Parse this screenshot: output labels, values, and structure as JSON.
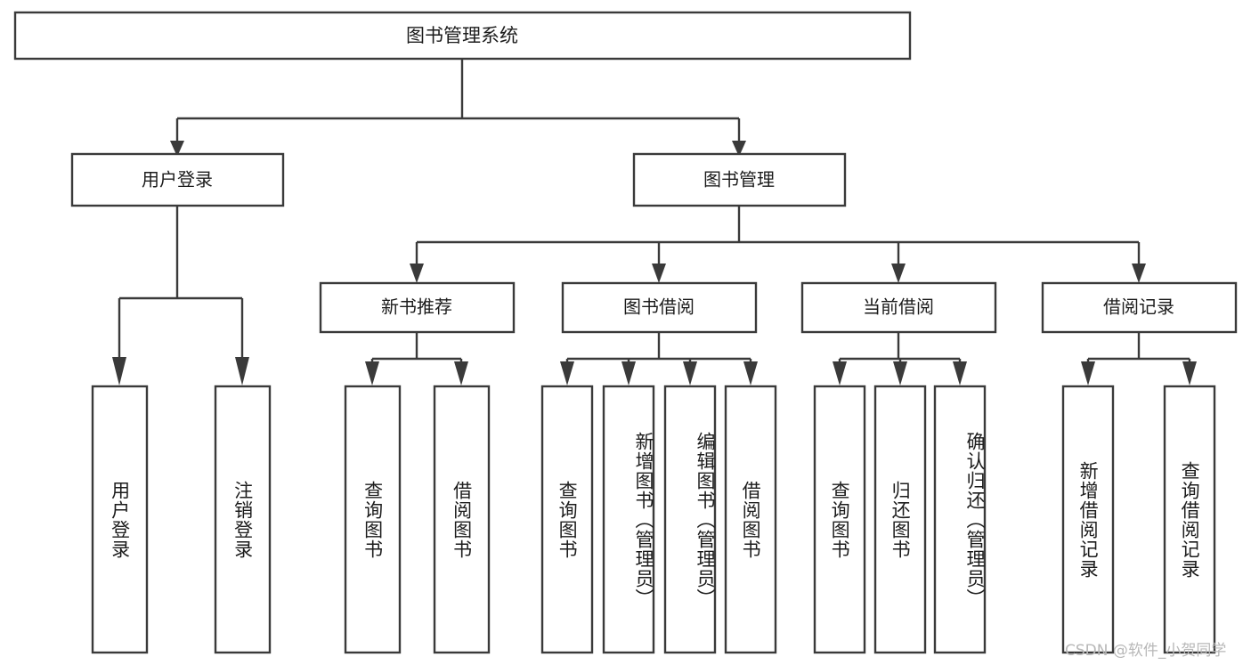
{
  "diagram": {
    "title": "图书管理系统",
    "watermark": "CSDN @软件_小贺同学",
    "colors": {
      "stroke": "#3a3a3a",
      "box_fill": "#ffffff",
      "text": "#1c1c1c",
      "background": "#ffffff",
      "watermark": "#b8b8b8"
    },
    "root": {
      "label": "图书管理系统"
    },
    "level1": [
      {
        "label": "用户登录"
      },
      {
        "label": "图书管理"
      }
    ],
    "level2": [
      {
        "label": "新书推荐"
      },
      {
        "label": "图书借阅"
      },
      {
        "label": "当前借阅"
      },
      {
        "label": "借阅记录"
      }
    ],
    "leaves": {
      "user_login": [
        {
          "label": "用户登录"
        },
        {
          "label": "注销登录"
        }
      ],
      "new_book_recommend": [
        {
          "label": "查询图书"
        },
        {
          "label": "借阅图书"
        }
      ],
      "book_borrow": [
        {
          "label": "查询图书"
        },
        {
          "label": "新增图书（管理员）"
        },
        {
          "label": "编辑图书（管理员）"
        },
        {
          "label": "借阅图书"
        }
      ],
      "current_borrow": [
        {
          "label": "查询图书"
        },
        {
          "label": "归还图书"
        },
        {
          "label": "确认归还（管理员）"
        }
      ],
      "borrow_record": [
        {
          "label": "新增借阅记录"
        },
        {
          "label": "查询借阅记录"
        }
      ]
    }
  }
}
